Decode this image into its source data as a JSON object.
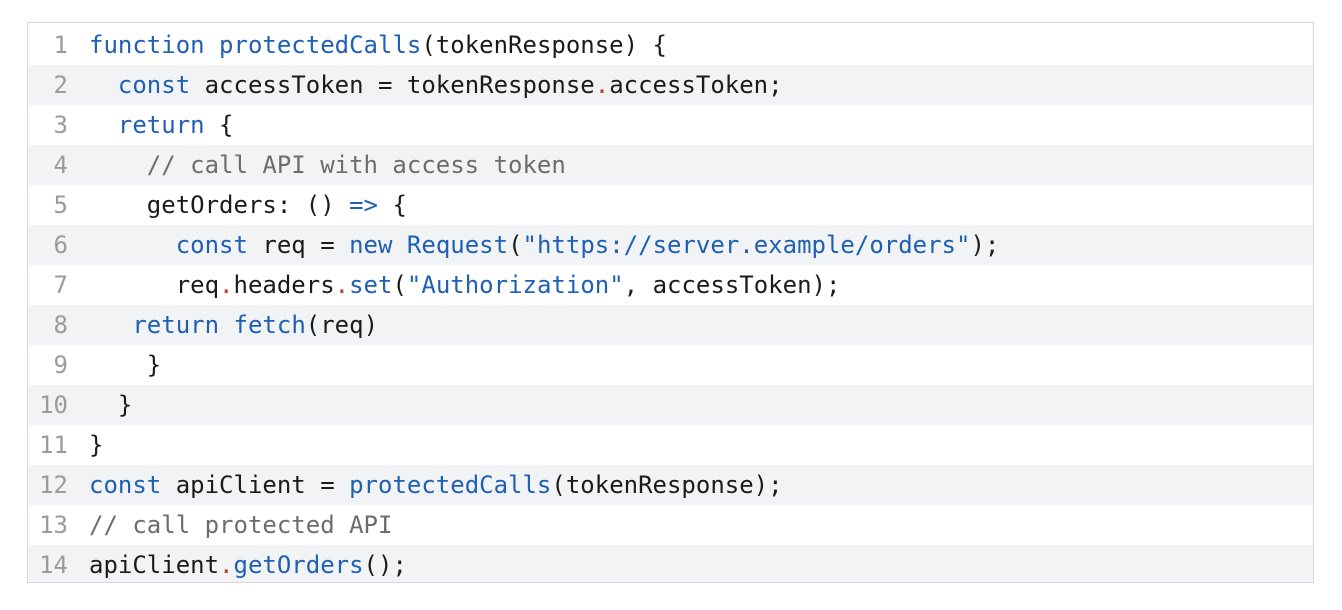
{
  "code": {
    "lines": [
      {
        "number": "1",
        "tokens": [
          {
            "t": "function",
            "k": "kw"
          },
          {
            "t": " ",
            "k": "plain"
          },
          {
            "t": "protectedCalls",
            "k": "fn"
          },
          {
            "t": "(tokenResponse) {",
            "k": "plain"
          }
        ]
      },
      {
        "number": "2",
        "tokens": [
          {
            "t": "  ",
            "k": "plain"
          },
          {
            "t": "const",
            "k": "kw"
          },
          {
            "t": " accessToken = tokenResponse",
            "k": "plain"
          },
          {
            "t": ".",
            "k": "punct"
          },
          {
            "t": "accessToken;",
            "k": "plain"
          }
        ]
      },
      {
        "number": "3",
        "tokens": [
          {
            "t": "  ",
            "k": "plain"
          },
          {
            "t": "return",
            "k": "kw"
          },
          {
            "t": " {",
            "k": "plain"
          }
        ]
      },
      {
        "number": "4",
        "tokens": [
          {
            "t": "    ",
            "k": "plain"
          },
          {
            "t": "// call API with access token",
            "k": "comment"
          }
        ]
      },
      {
        "number": "5",
        "tokens": [
          {
            "t": "    getOrders: () ",
            "k": "plain"
          },
          {
            "t": "=>",
            "k": "kw"
          },
          {
            "t": " {",
            "k": "plain"
          }
        ]
      },
      {
        "number": "6",
        "tokens": [
          {
            "t": "      ",
            "k": "plain"
          },
          {
            "t": "const",
            "k": "kw"
          },
          {
            "t": " req = ",
            "k": "plain"
          },
          {
            "t": "new",
            "k": "kw"
          },
          {
            "t": " ",
            "k": "plain"
          },
          {
            "t": "Request",
            "k": "fn"
          },
          {
            "t": "(",
            "k": "plain"
          },
          {
            "t": "\"https://server.example/orders\"",
            "k": "str"
          },
          {
            "t": ");",
            "k": "plain"
          }
        ]
      },
      {
        "number": "7",
        "tokens": [
          {
            "t": "      req",
            "k": "plain"
          },
          {
            "t": ".",
            "k": "punct"
          },
          {
            "t": "headers",
            "k": "plain"
          },
          {
            "t": ".",
            "k": "punct"
          },
          {
            "t": "set",
            "k": "fn"
          },
          {
            "t": "(",
            "k": "plain"
          },
          {
            "t": "\"Authorization\"",
            "k": "str"
          },
          {
            "t": ", accessToken);",
            "k": "plain"
          }
        ]
      },
      {
        "number": "8",
        "tokens": [
          {
            "t": "   ",
            "k": "plain"
          },
          {
            "t": "return",
            "k": "kw"
          },
          {
            "t": " ",
            "k": "plain"
          },
          {
            "t": "fetch",
            "k": "fn"
          },
          {
            "t": "(req)",
            "k": "plain"
          }
        ]
      },
      {
        "number": "9",
        "tokens": [
          {
            "t": "    }",
            "k": "plain"
          }
        ]
      },
      {
        "number": "10",
        "tokens": [
          {
            "t": "  }",
            "k": "plain"
          }
        ]
      },
      {
        "number": "11",
        "tokens": [
          {
            "t": "}",
            "k": "plain"
          }
        ]
      },
      {
        "number": "12",
        "tokens": [
          {
            "t": "const",
            "k": "kw"
          },
          {
            "t": " apiClient = ",
            "k": "plain"
          },
          {
            "t": "protectedCalls",
            "k": "fn"
          },
          {
            "t": "(tokenResponse);",
            "k": "plain"
          }
        ]
      },
      {
        "number": "13",
        "tokens": [
          {
            "t": "// call protected API",
            "k": "comment"
          }
        ]
      },
      {
        "number": "14",
        "tokens": [
          {
            "t": "apiClient",
            "k": "plain"
          },
          {
            "t": ".",
            "k": "punct"
          },
          {
            "t": "getOrders",
            "k": "fn"
          },
          {
            "t": "();",
            "k": "plain"
          }
        ]
      }
    ]
  },
  "colors": {
    "keyword": "#1f5fb4",
    "punctuation": "#c0392b",
    "comment": "#6d6d6d",
    "line_number": "#9b9b9b",
    "alt_row_background": "#f2f3f4",
    "border": "#d7d7d7"
  }
}
